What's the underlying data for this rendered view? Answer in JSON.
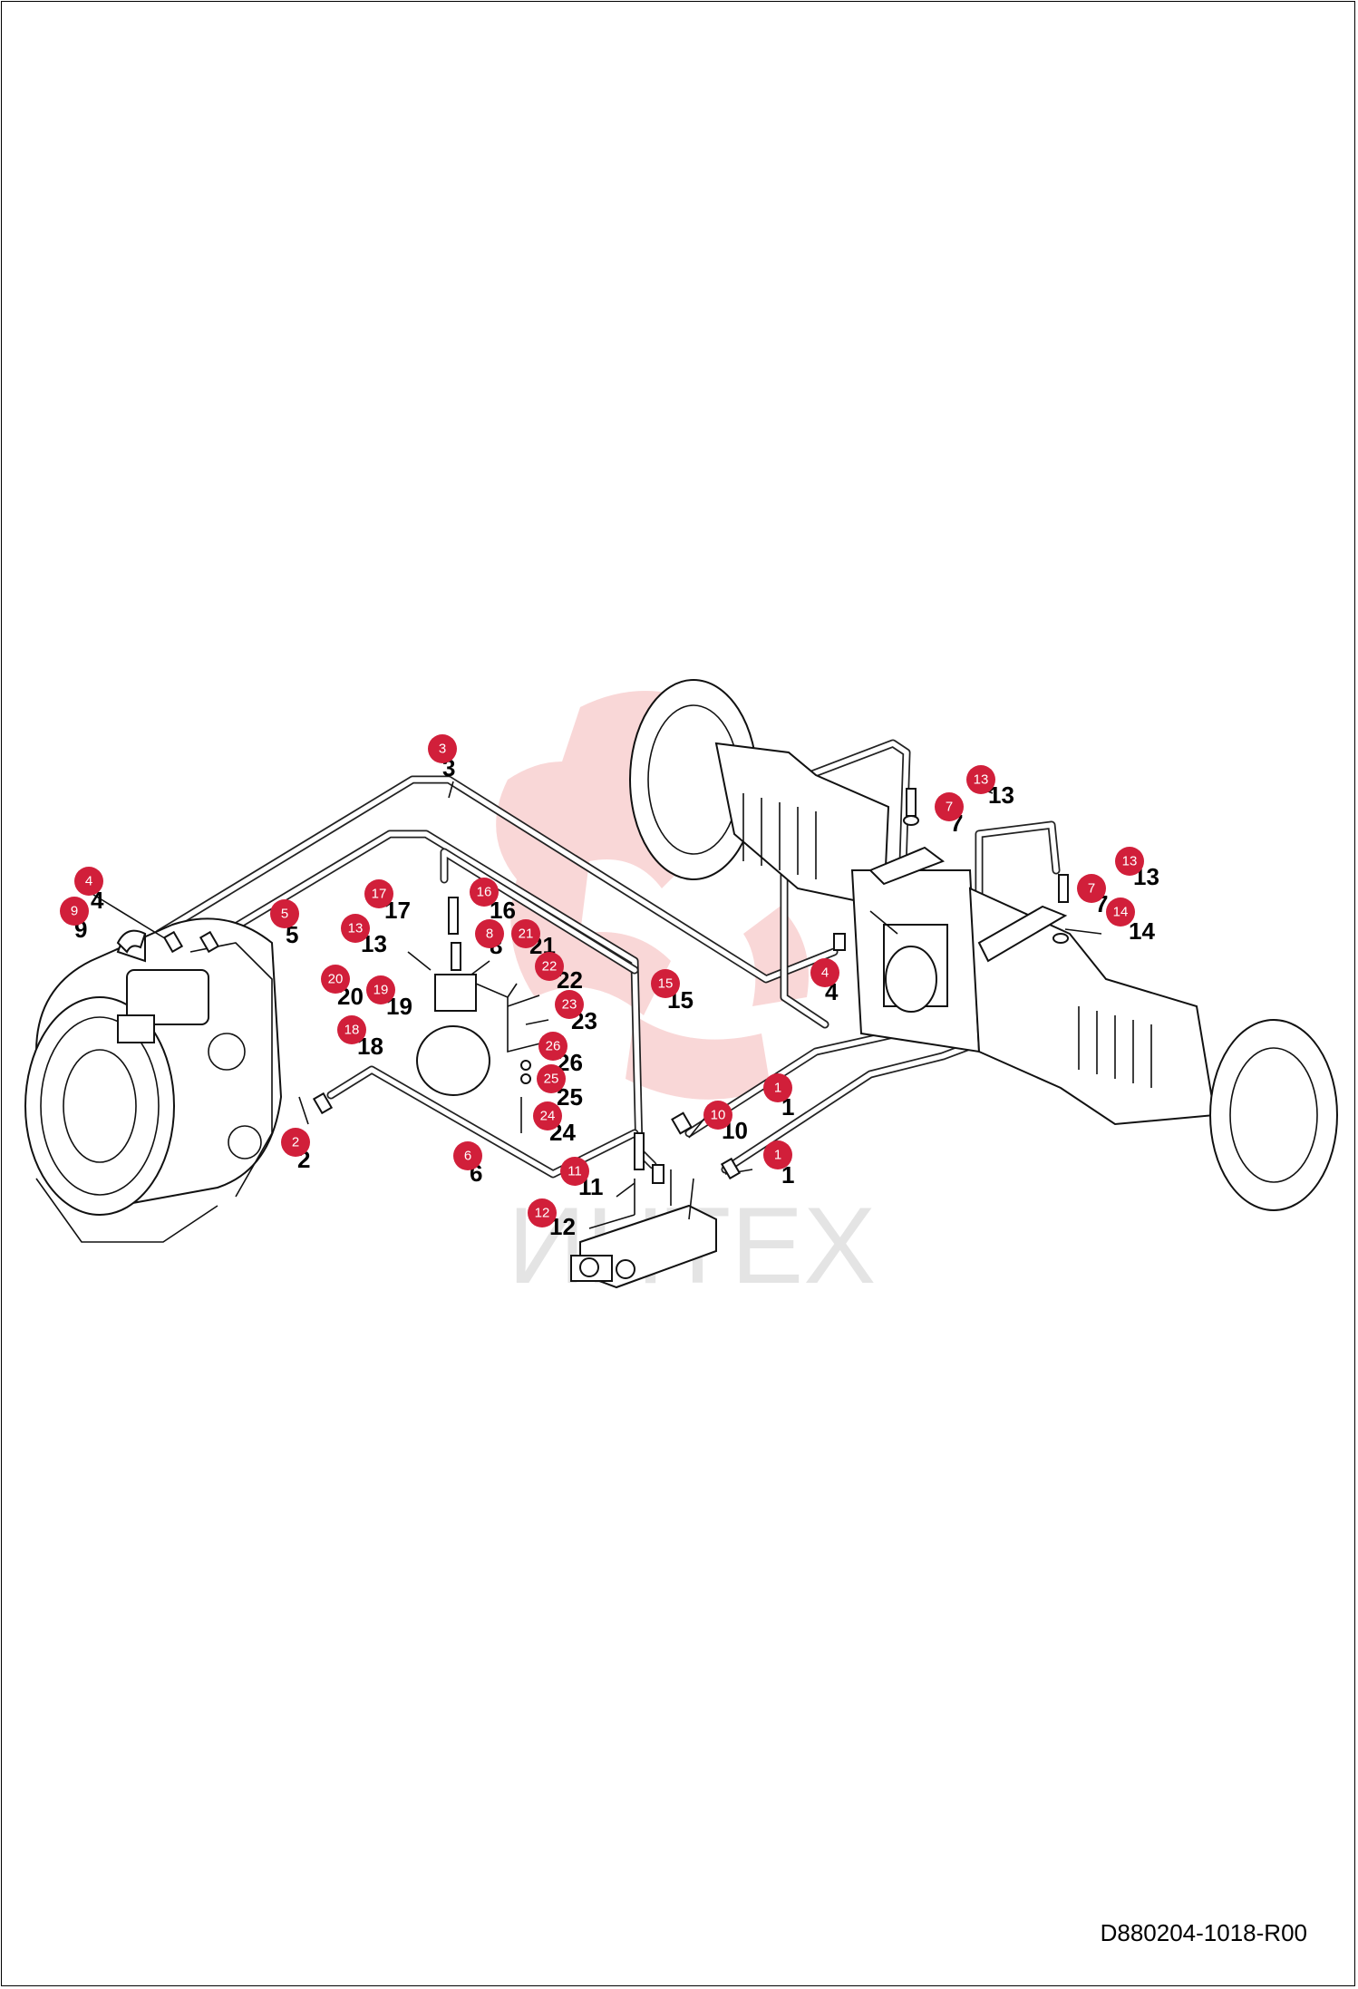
{
  "drawing_code": "D880204-1018-R00",
  "watermark": {
    "text": "ИНТЕХ",
    "color": "#e07b7b"
  },
  "callout_color": "#d11f3a",
  "callouts": [
    "1",
    "1",
    "2",
    "3",
    "4",
    "4",
    "5",
    "6",
    "7",
    "7",
    "8",
    "9",
    "10",
    "11",
    "12",
    "13",
    "13",
    "13",
    "14",
    "15",
    "16",
    "17",
    "18",
    "19",
    "20",
    "21",
    "22",
    "23",
    "24",
    "25",
    "26"
  ],
  "labels": [
    "1",
    "1",
    "2",
    "3",
    "4",
    "4",
    "5",
    "6",
    "7",
    "7",
    "8",
    "9",
    "10",
    "11",
    "12",
    "13",
    "13",
    "13",
    "14",
    "15",
    "16",
    "17",
    "18",
    "19",
    "20",
    "21",
    "22",
    "23",
    "24",
    "25",
    "26"
  ]
}
